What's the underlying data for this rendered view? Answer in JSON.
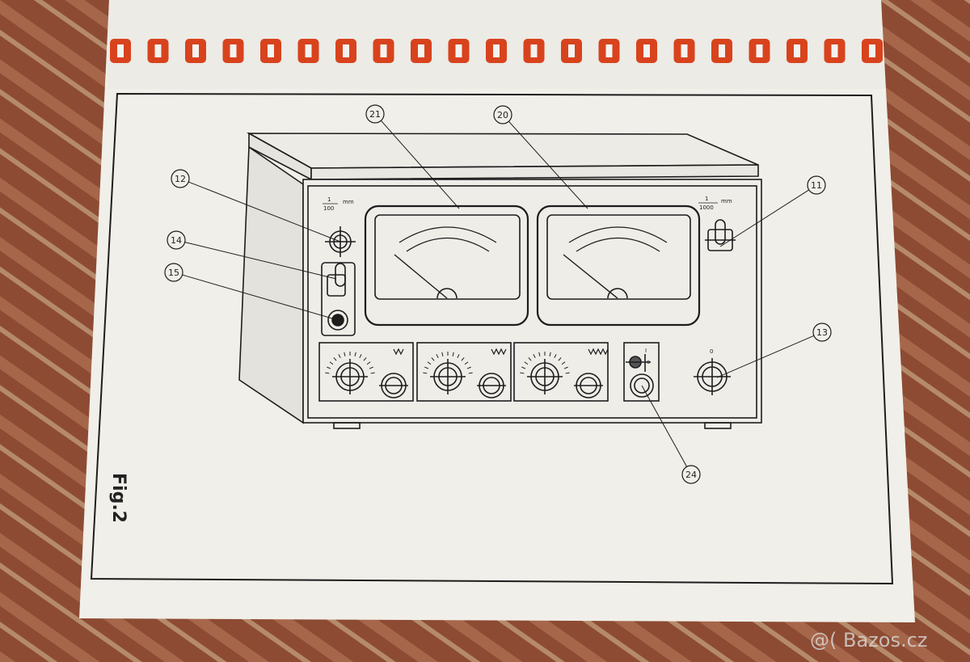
{
  "figure_label": "Fig.2",
  "watermark": "@( Bazos.cz",
  "scale_left": {
    "numerator": "1",
    "denominator": "100",
    "unit": "mm"
  },
  "scale_right": {
    "numerator": "1",
    "denominator": "1000",
    "unit": "mm"
  },
  "knob_zero_mark": "0",
  "switch_marks": {
    "top": "I",
    "mid": "o"
  },
  "callouts": [
    {
      "id": "12",
      "label": "12"
    },
    {
      "id": "14",
      "label": "14"
    },
    {
      "id": "15",
      "label": "15"
    },
    {
      "id": "21",
      "label": "21"
    },
    {
      "id": "20",
      "label": "20"
    },
    {
      "id": "11",
      "label": "11"
    },
    {
      "id": "13",
      "label": "13"
    },
    {
      "id": "24",
      "label": "24"
    }
  ],
  "colors": {
    "paper": "#f1efe9",
    "ink": "#1d1d1d",
    "binding": "#d8431d",
    "background": "#8a4a34"
  }
}
